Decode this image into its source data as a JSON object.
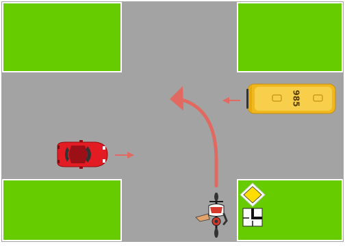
{
  "colors": {
    "road": "#a3a3a3",
    "grass": "#66cc00",
    "arrow": "#e06a62",
    "bus_body": "#f0b81c",
    "bus_roof": "#f7cf4a",
    "car_body": "#e31b23",
    "sign_yellow": "#ffdd00"
  },
  "bus": {
    "plate_number": "985"
  },
  "signs": {
    "priority_road": "priority-road-sign",
    "road_layout": "main-road-direction-plate"
  }
}
